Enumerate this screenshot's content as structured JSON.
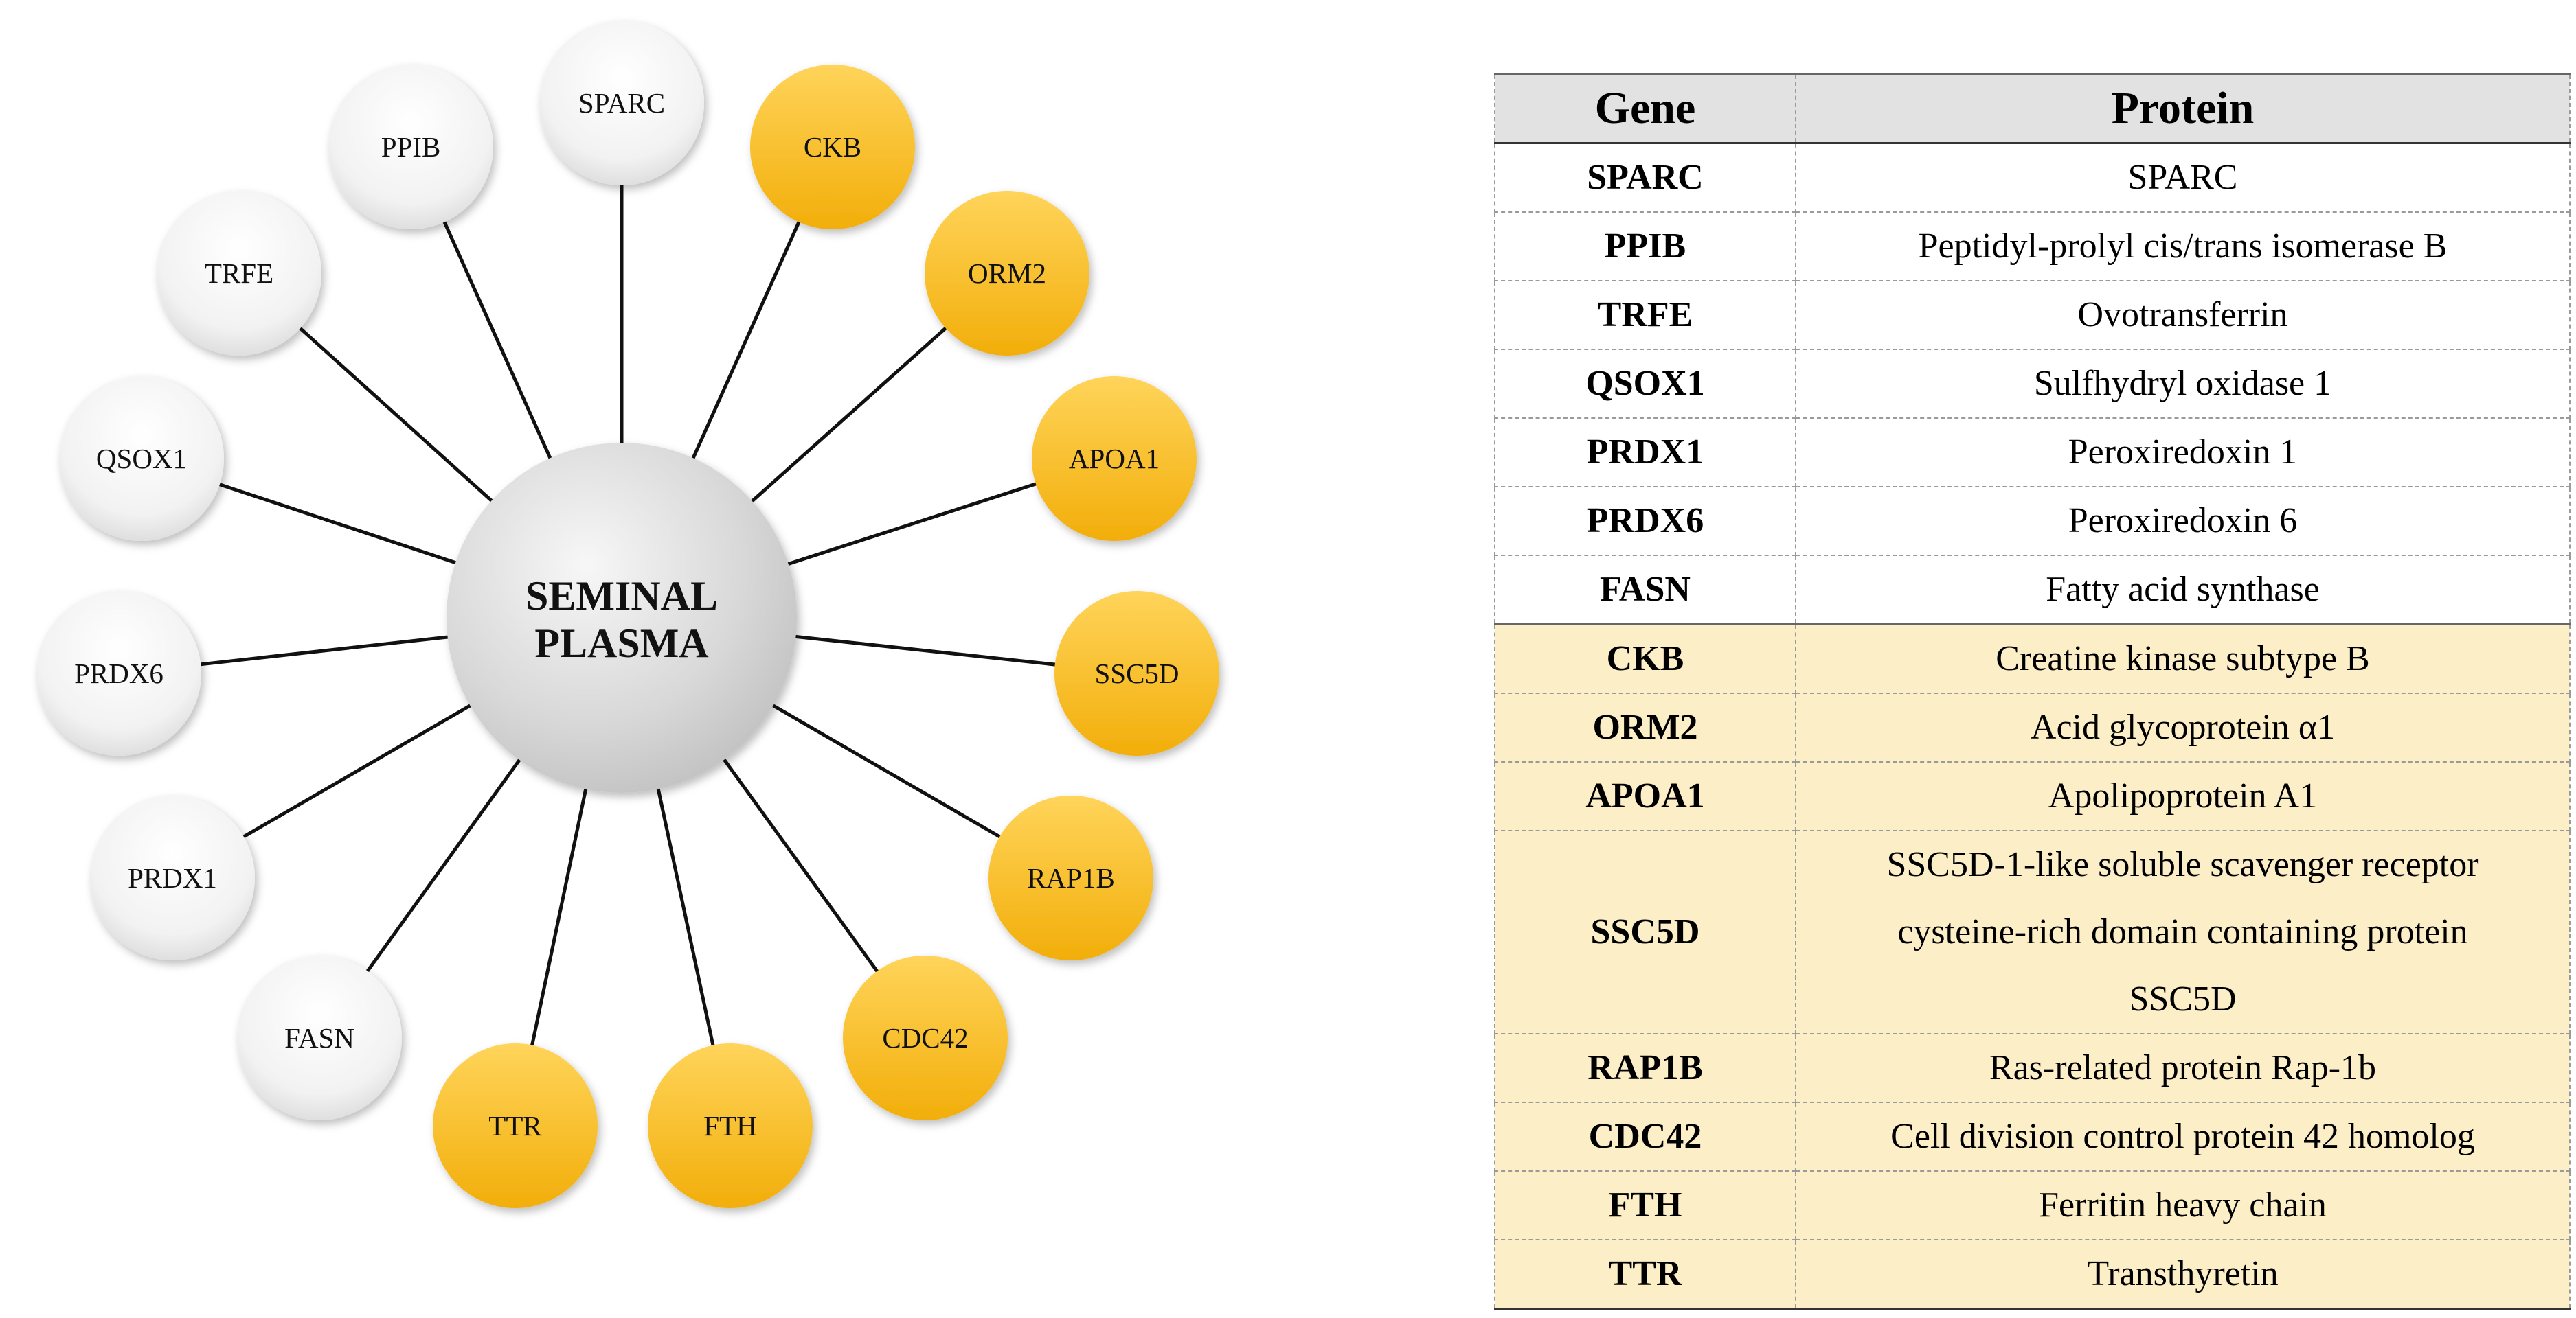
{
  "diagram": {
    "center_label_lines": [
      "SEMINAL",
      "PLASMA"
    ],
    "colors": {
      "white_node_fill": "#f2f2f2",
      "gold_node_fill": "#f5b91c",
      "center_fill": "#d4d4d4"
    },
    "nodes": [
      {
        "label": "SPARC",
        "color": "white"
      },
      {
        "label": "PPIB",
        "color": "white"
      },
      {
        "label": "TRFE",
        "color": "white"
      },
      {
        "label": "QSOX1",
        "color": "white"
      },
      {
        "label": "PRDX6",
        "color": "white"
      },
      {
        "label": "PRDX1",
        "color": "white"
      },
      {
        "label": "FASN",
        "color": "white"
      },
      {
        "label": "TTR",
        "color": "gold"
      },
      {
        "label": "FTH",
        "color": "gold"
      },
      {
        "label": "CDC42",
        "color": "gold"
      },
      {
        "label": "RAP1B",
        "color": "gold"
      },
      {
        "label": "SSC5D",
        "color": "gold"
      },
      {
        "label": "APOA1",
        "color": "gold"
      },
      {
        "label": "ORM2",
        "color": "gold"
      },
      {
        "label": "CKB",
        "color": "gold"
      }
    ]
  },
  "table": {
    "headers": {
      "gene": "Gene",
      "protein": "Protein"
    },
    "rows": [
      {
        "gene": "SPARC",
        "protein": [
          "SPARC"
        ],
        "highlight": false
      },
      {
        "gene": "PPIB",
        "protein": [
          "Peptidyl-prolyl cis/trans isomerase B"
        ],
        "highlight": false
      },
      {
        "gene": "TRFE",
        "protein": [
          "Ovotransferrin"
        ],
        "highlight": false
      },
      {
        "gene": "QSOX1",
        "protein": [
          "Sulfhydryl oxidase 1"
        ],
        "highlight": false
      },
      {
        "gene": "PRDX1",
        "protein": [
          "Peroxiredoxin 1"
        ],
        "highlight": false
      },
      {
        "gene": "PRDX6",
        "protein": [
          "Peroxiredoxin 6"
        ],
        "highlight": false
      },
      {
        "gene": "FASN",
        "protein": [
          "Fatty acid synthase"
        ],
        "highlight": false
      },
      {
        "gene": "CKB",
        "protein": [
          "Creatine kinase subtype B"
        ],
        "highlight": true
      },
      {
        "gene": "ORM2",
        "protein": [
          "Acid glycoprotein α1"
        ],
        "highlight": true
      },
      {
        "gene": "APOA1",
        "protein": [
          "Apolipoprotein A1"
        ],
        "highlight": true
      },
      {
        "gene": "SSC5D",
        "protein": [
          "SSC5D-1-like soluble scavenger receptor",
          "cysteine-rich domain containing protein",
          "SSC5D"
        ],
        "highlight": true
      },
      {
        "gene": "RAP1B",
        "protein": [
          "Ras-related protein Rap-1b"
        ],
        "highlight": true
      },
      {
        "gene": "CDC42",
        "protein": [
          "Cell division control protein 42 homolog"
        ],
        "highlight": true
      },
      {
        "gene": "FTH",
        "protein": [
          "Ferritin heavy chain"
        ],
        "highlight": true
      },
      {
        "gene": "TTR",
        "protein": [
          "Transthyretin"
        ],
        "highlight": true
      }
    ]
  }
}
